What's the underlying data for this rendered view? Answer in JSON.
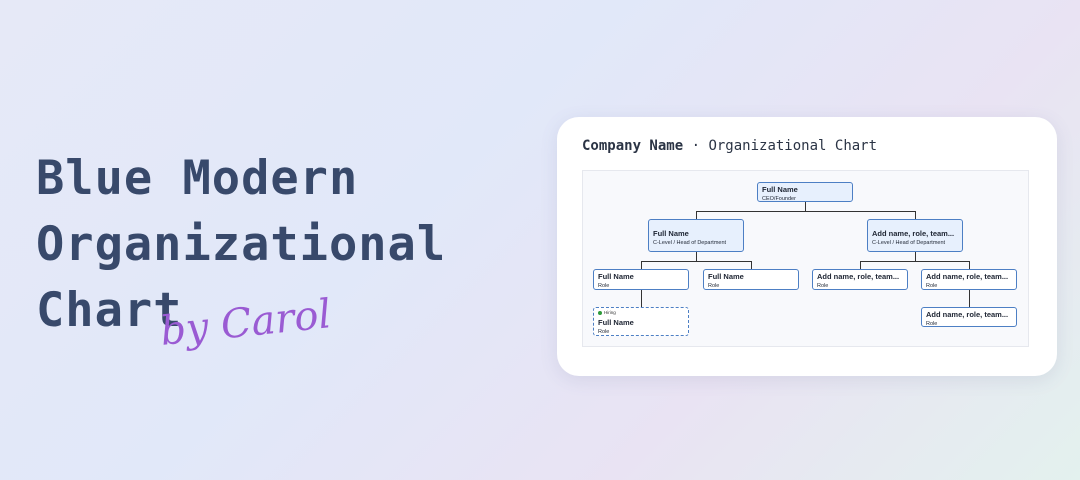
{
  "heading": {
    "lines": [
      "Blue Modern",
      "Organizational",
      "Chart"
    ],
    "signature": "by Carol"
  },
  "card": {
    "company": "Company Name",
    "separator": " · ",
    "subtitle": "Organizational Chart"
  },
  "nodes": {
    "ceo": {
      "name": "Full Name",
      "role": "CEO/Founder"
    },
    "l2a": {
      "name": "Full Name",
      "role": "C-Level / Head of Department"
    },
    "l2b": {
      "name": "Add name, role, team...",
      "role": "C-Level / Head of Department"
    },
    "l3a": {
      "name": "Full Name",
      "role": "Role"
    },
    "l3b": {
      "name": "Full Name",
      "role": "Role"
    },
    "l3c": {
      "name": "Add name, role, team...",
      "role": "Role"
    },
    "l3d": {
      "name": "Add name, role, team...",
      "role": "Role"
    },
    "hiring": {
      "badge": "Hiring",
      "name": "Full Name",
      "role": "Role"
    },
    "l4": {
      "name": "Add name, role, team...",
      "role": "Role"
    }
  },
  "colors": {
    "accent": "#4d7fc4",
    "heading": "#38496b",
    "signature": "#9a5bd3",
    "hiring": "#2e9a3a"
  }
}
